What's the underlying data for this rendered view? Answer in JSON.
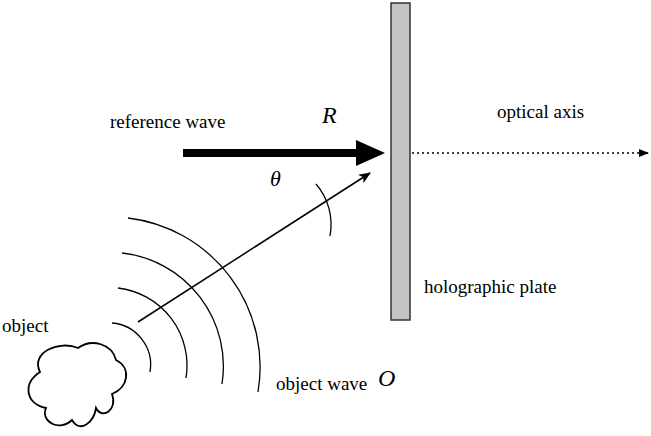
{
  "diagram": {
    "labels": [
      "reference wave",
      "R",
      "θ",
      "optical axis",
      "holographic plate",
      "object",
      "object wave",
      "O"
    ]
  }
}
